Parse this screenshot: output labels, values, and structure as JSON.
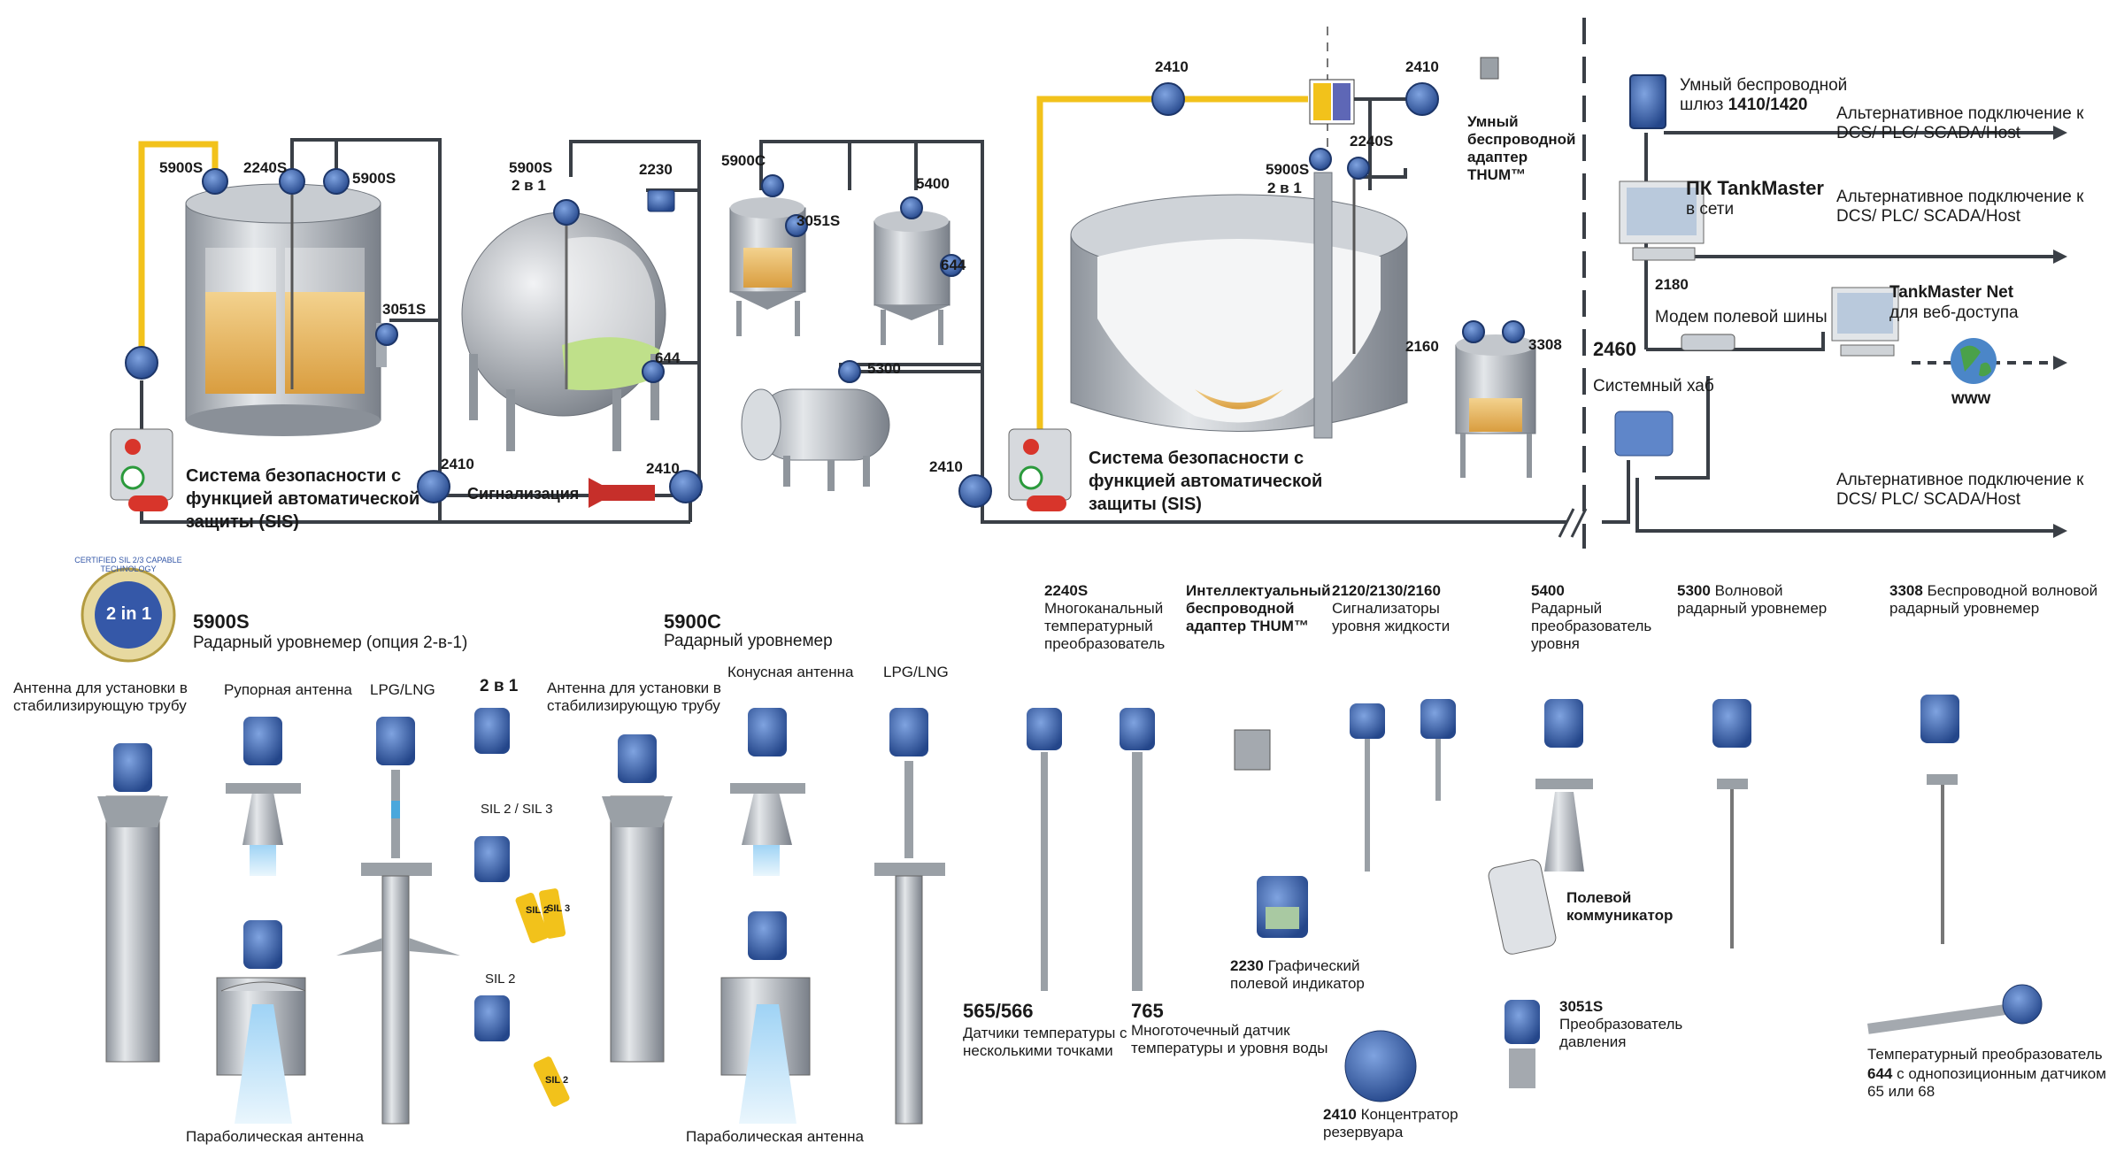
{
  "system": {
    "tags": {
      "t5900s_left": "5900S",
      "t2240s_left": "2240S",
      "t5900s_left2": "5900S",
      "t3051s_left": "3051S",
      "t5900s_sphere": "5900S",
      "t2in1_sphere": "2 в 1",
      "t2230": "2230",
      "t644_sphere": "644",
      "t5900c": "5900C",
      "t3051s_mid": "3051S",
      "t5400": "5400",
      "t644_mid": "644",
      "t5300": "5300",
      "t2410_a": "2410",
      "t2410_b": "2410",
      "t2410_c": "2410",
      "t2410_d": "2410",
      "t2410_e": "2410",
      "t2240s_right": "2240S",
      "t5900s_right": "5900S",
      "t2in1_right": "2 в 1",
      "t2160": "2160",
      "t3308": "3308",
      "t2180": "2180",
      "t2460": "2460"
    },
    "sis_left": "Система безопасности с функцией автоматической защиты (SIS)",
    "sis_right": "Система безопасности с функцией автоматической защиты (SIS)",
    "alarm": "Сигнализация",
    "thum": "Умный беспроводной адаптер THUM™",
    "gateway": "Умный беспроводной шлюз",
    "gateway_num": "1410/1420",
    "alt1": "Альтернативное подключение к DCS/ PLC/ SCADA/Host",
    "alt2": "Альтернативное подключение к DCS/ PLC/ SCADA/Host",
    "alt3": "Альтернативное подключение к DCS/ PLC/ SCADA/Host",
    "pc_title": "ПК TankMaster",
    "pc_sub": "в сети",
    "modem": "Модем полевой шины",
    "net_title": "TankMaster Net",
    "net_sub": "для веб-доступа",
    "www": "www",
    "hub": "Системный хаб"
  },
  "products": {
    "badge": "2 in 1",
    "badge_ring": "CERTIFIED SIL 2/3 CAPABLE TECHNOLOGY",
    "p5900s_num": "5900S",
    "p5900s_desc": "Радарный уровнемер (опция 2-в-1)",
    "p5900c_num": "5900C",
    "p5900c_desc": "Радарный уровнемер",
    "ant_pipe1": "Антенна для установки в стабилизирующую трубу",
    "ant_horn": "Рупорная антенна",
    "ant_lpg1": "LPG/LNG",
    "two_in_one": "2 в 1",
    "sil23": "SIL 2 / SIL 3",
    "sil2": "SIL 2",
    "ant_parab1": "Параболическая антенна",
    "ant_pipe2": "Антенна для установки в стабилизирующую трубу",
    "ant_cone": "Конусная антенна",
    "ant_lpg2": "LPG/LNG",
    "ant_parab2": "Параболическая антенна",
    "tag_sil2a": "SIL 2",
    "tag_sil3": "SIL 3",
    "tag_sil2b": "SIL 2",
    "p2240s_num": "2240S",
    "p2240s_desc": "Многоканальный температурный преобразователь",
    "thum_title": "Интеллектуальный беспроводной адаптер THUM™",
    "p2120_num": "2120/2130/2160",
    "p2120_desc": "Сигнализаторы уровня жидкости",
    "p5400_num": "5400",
    "p5400_desc": "Радарный преобразователь уровня",
    "p5300_num": "5300",
    "p5300_desc": "Волновой радарный уровнемер",
    "p3308_num": "3308",
    "p3308_desc": "Беспроводной волновой радарный уровнемер",
    "p565_num": "565/566",
    "p565_desc": "Датчики температуры с несколькими точками",
    "p765_num": "765",
    "p765_desc": "Многоточечный датчик температуры и уровня воды",
    "p2230_num": "2230",
    "p2230_desc": "Графический полевой индикатор",
    "comm": "Полевой коммуникатор",
    "p3051s_num": "3051S",
    "p3051s_desc": "Преобразователь давления",
    "p2410_num": "2410",
    "p2410_desc": "Концентратор резервуара",
    "p644_desc1": "Температурный преобразователь",
    "p644_num": "644",
    "p644_desc2": "с однопозиционным датчиком 65 или 68"
  },
  "colors": {
    "instrument_blue": "#3d66b0",
    "signal_yellow": "#f2c21b",
    "liquid": "#e8b964",
    "water_green": "#bfe08a",
    "steel": "#b7bcc3",
    "line_dark": "#3a3f46"
  }
}
